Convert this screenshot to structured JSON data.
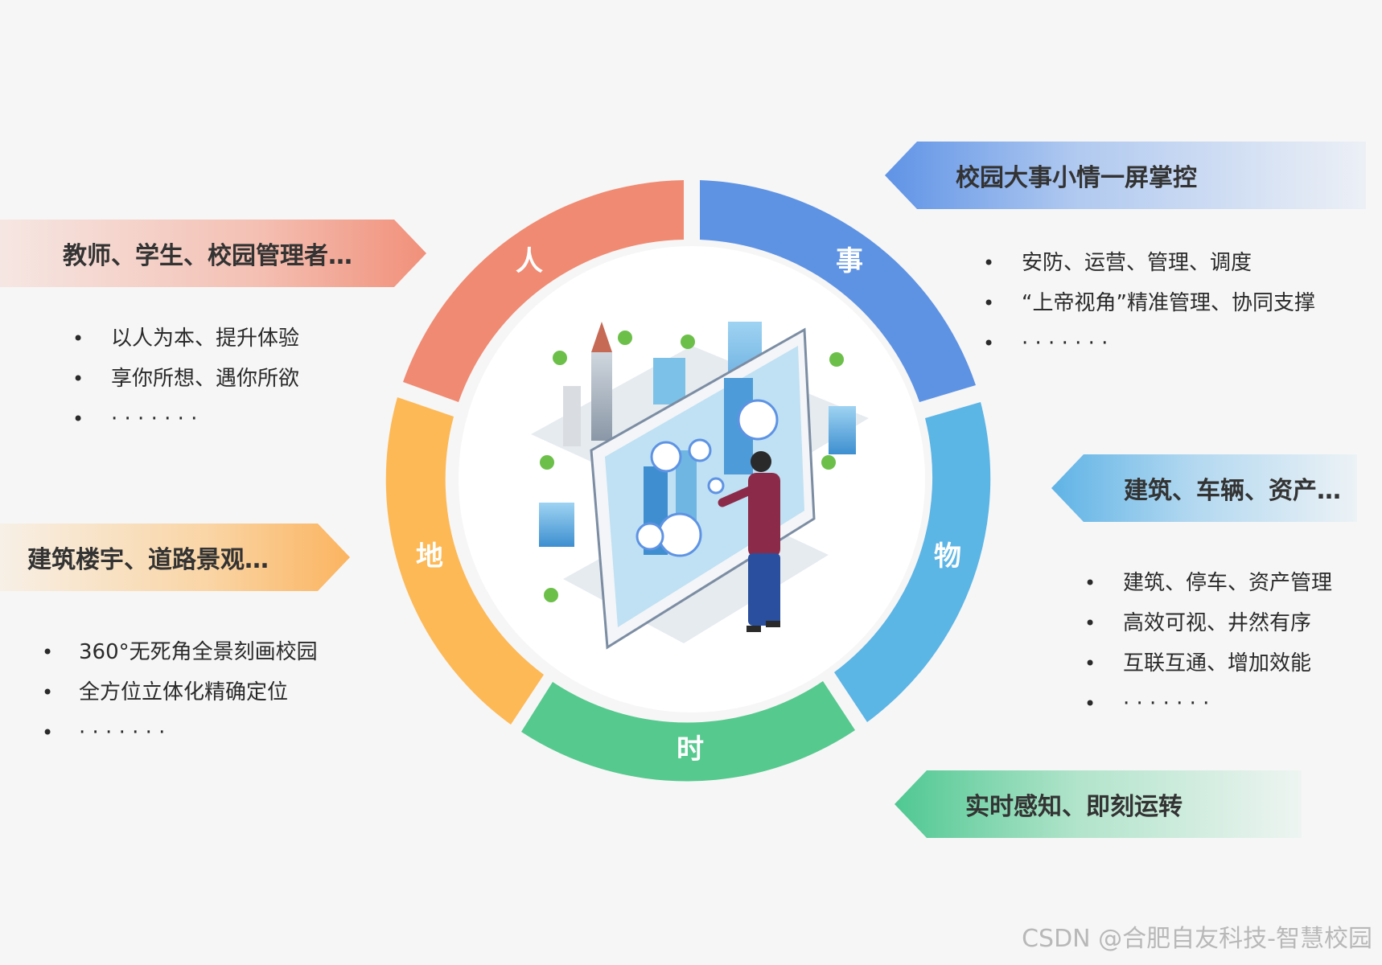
{
  "ring": {
    "people": {
      "label": "人",
      "color": "#f08a72"
    },
    "events": {
      "label": "事",
      "color": "#5e93e4"
    },
    "things": {
      "label": "物",
      "color": "#5bb5e5"
    },
    "time": {
      "label": "时",
      "color": "#56c98e"
    },
    "place": {
      "label": "地",
      "color": "#fdb956"
    }
  },
  "people": {
    "banner": "教师、学生、校园管理者…",
    "bullets": [
      "以人为本、提升体验",
      "享你所想、遇你所欲",
      "· · · · · · ·"
    ]
  },
  "place": {
    "banner": "建筑楼宇、道路景观…",
    "bullets": [
      "360°无死角全景刻画校园",
      "全方位立体化精确定位",
      "· · · · · · ·"
    ]
  },
  "events": {
    "banner": "校园大事小情一屏掌控",
    "bullets": [
      "安防、运营、管理、调度",
      "“上帝视角”精准管理、协同支撑",
      "· · · · · · ·"
    ]
  },
  "things": {
    "banner": "建筑、车辆、资产…",
    "bullets": [
      "建筑、停车、资产管理",
      "高效可视、井然有序",
      "互联互通、增加效能",
      "· · · · · · ·"
    ]
  },
  "time": {
    "banner": "实时感知、即刻运转"
  },
  "bullet_symbol": "•",
  "watermark": "CSDN @合肥自友科技-智慧校园"
}
